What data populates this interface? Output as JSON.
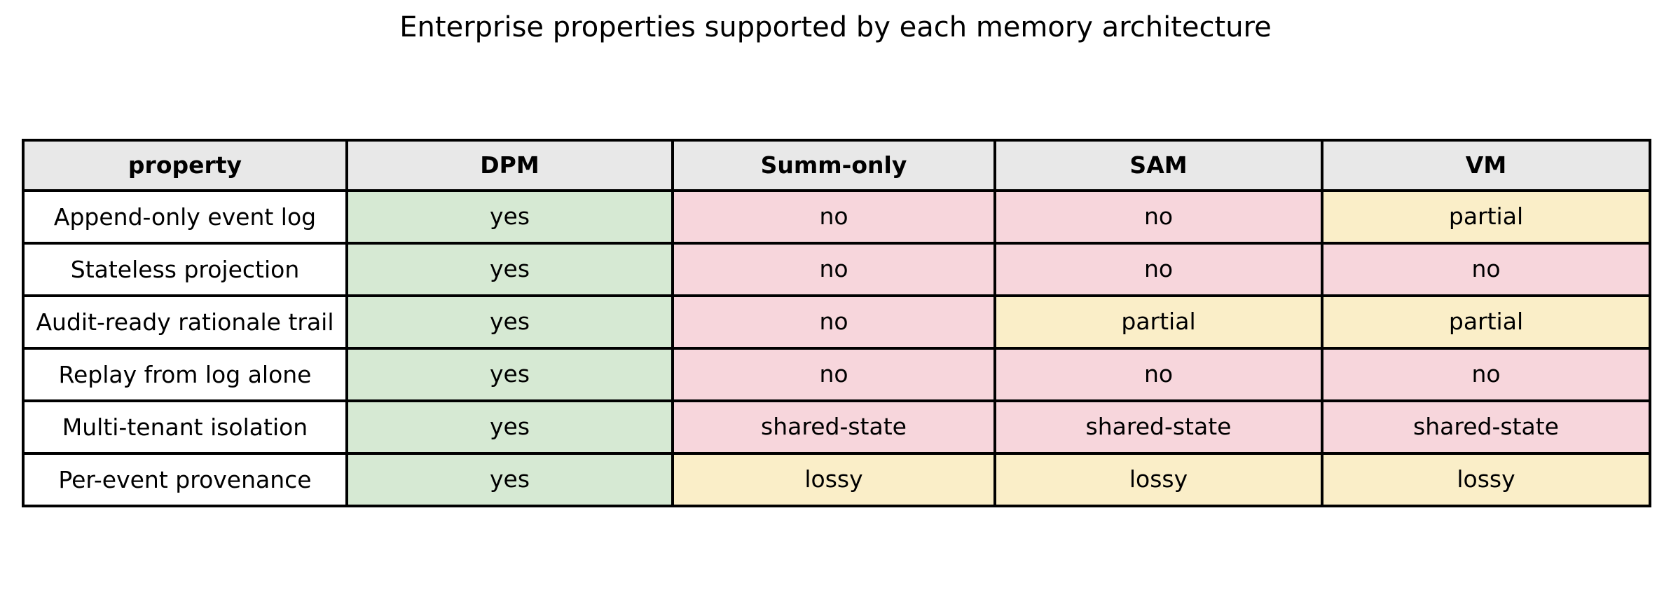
{
  "chart_data": {
    "type": "table",
    "title": "Enterprise properties supported by each memory architecture",
    "xlabel": "",
    "ylabel": "",
    "columns": [
      "property",
      "DPM",
      "Summ-only",
      "SAM",
      "VM"
    ],
    "rows": [
      {
        "property": "Audit-ready rationale trail",
        "cells": [
          "Append-only event log",
          "yes",
          "no",
          "no",
          "partial"
        ],
        "states": [
          "none",
          "yes",
          "no",
          "no",
          "partial"
        ]
      }
    ],
    "legend_colors": {
      "yes": "#d6e9d3",
      "no": "#f7d6dc",
      "partial": "#faeec8",
      "header": "#e8e8e8",
      "grid": "#000000"
    }
  },
  "table": {
    "headers": [
      {
        "label": "property"
      },
      {
        "label": "DPM"
      },
      {
        "label": "Summ-only"
      },
      {
        "label": "SAM"
      },
      {
        "label": "VM"
      }
    ],
    "rows": [
      {
        "property": "Append-only event log",
        "dpm": {
          "value": "yes",
          "state": "yes"
        },
        "summ": {
          "value": "no",
          "state": "no"
        },
        "sam": {
          "value": "no",
          "state": "no"
        },
        "vm": {
          "value": "partial",
          "state": "partial"
        }
      },
      {
        "property": "Stateless projection",
        "dpm": {
          "value": "yes",
          "state": "yes"
        },
        "summ": {
          "value": "no",
          "state": "no"
        },
        "sam": {
          "value": "no",
          "state": "no"
        },
        "vm": {
          "value": "no",
          "state": "no"
        }
      },
      {
        "property": "Audit-ready rationale trail",
        "dpm": {
          "value": "yes",
          "state": "yes"
        },
        "summ": {
          "value": "no",
          "state": "no"
        },
        "sam": {
          "value": "partial",
          "state": "partial"
        },
        "vm": {
          "value": "partial",
          "state": "partial"
        }
      },
      {
        "property": "Replay from log alone",
        "dpm": {
          "value": "yes",
          "state": "yes"
        },
        "summ": {
          "value": "no",
          "state": "no"
        },
        "sam": {
          "value": "no",
          "state": "no"
        },
        "vm": {
          "value": "no",
          "state": "no"
        }
      },
      {
        "property": "Multi-tenant isolation",
        "dpm": {
          "value": "yes",
          "state": "yes"
        },
        "summ": {
          "value": "shared-state",
          "state": "no"
        },
        "sam": {
          "value": "shared-state",
          "state": "no"
        },
        "vm": {
          "value": "shared-state",
          "state": "no"
        }
      },
      {
        "property": "Per-event provenance",
        "dpm": {
          "value": "yes",
          "state": "yes"
        },
        "summ": {
          "value": "lossy",
          "state": "partial"
        },
        "sam": {
          "value": "lossy",
          "state": "partial"
        },
        "vm": {
          "value": "lossy",
          "state": "partial"
        }
      }
    ]
  }
}
